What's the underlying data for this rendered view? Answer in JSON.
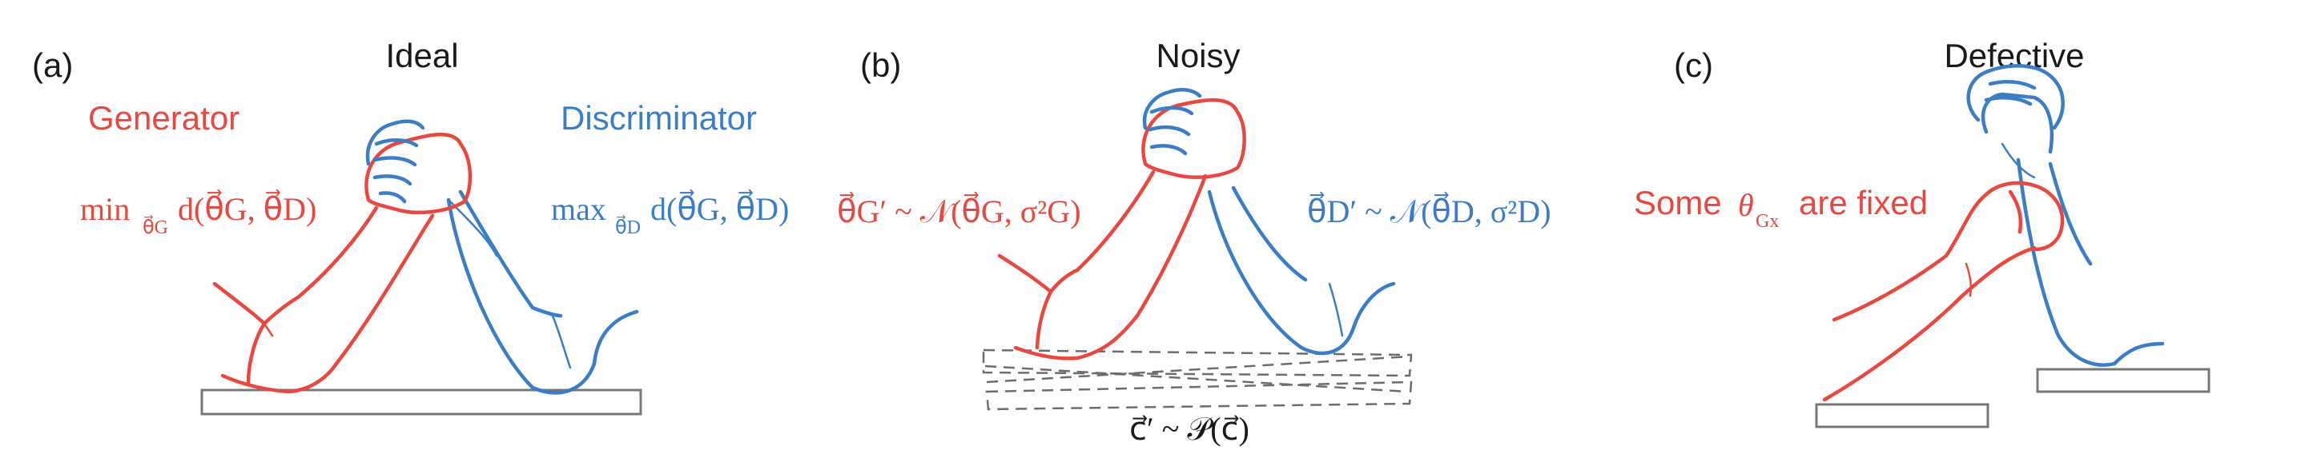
{
  "panels": [
    {
      "tag": "(a)",
      "title": "Ideal",
      "left_label": "Generator",
      "right_label": "Discriminator",
      "left_formula": {
        "op": "min",
        "op_sub": "θ⃗G",
        "expr": "d(θ⃗G, θ⃗D)"
      },
      "right_formula": {
        "op": "max",
        "op_sub": "θ⃗D",
        "expr": "d(θ⃗G, θ⃗D)"
      }
    },
    {
      "tag": "(b)",
      "title": "Noisy",
      "left_formula": "θ⃗G′ ~ 𝒩(θ⃗G, σ²G)",
      "right_formula": "θ⃗D′ ~ 𝒩(θ⃗D, σ²D)",
      "bottom_formula": "c⃗′ ~ 𝒫(c⃗)"
    },
    {
      "tag": "(c)",
      "title": "Defective",
      "note": {
        "prefix": "Some",
        "symbol": "θ",
        "sub": "Gx",
        "suffix": "are fixed"
      }
    }
  ],
  "colors": {
    "generator": "#e8483f",
    "discriminator": "#3b7ec6",
    "text": "#1a1a1a"
  },
  "icons": [
    "arm-wrestling-ideal",
    "arm-wrestling-noisy",
    "arm-wrestling-defective-fist"
  ]
}
